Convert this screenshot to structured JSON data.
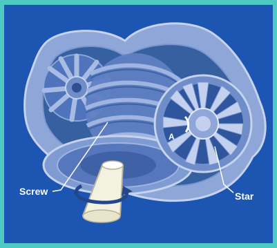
{
  "labels": {
    "screw": "Screw",
    "star": "Star",
    "marker": "A"
  },
  "colors": {
    "outer_background": "#4ec9c3",
    "panel_background": "#1d55b3",
    "housing_light": "#a9bcdf",
    "housing_mid": "#6f8dc9",
    "screw_color": "#5f80c3",
    "shaft_color": "#f3f1df",
    "text_color": "#ffffff"
  },
  "icons": {
    "rotation_arrow": "curved-rotation-arrow-icon"
  }
}
